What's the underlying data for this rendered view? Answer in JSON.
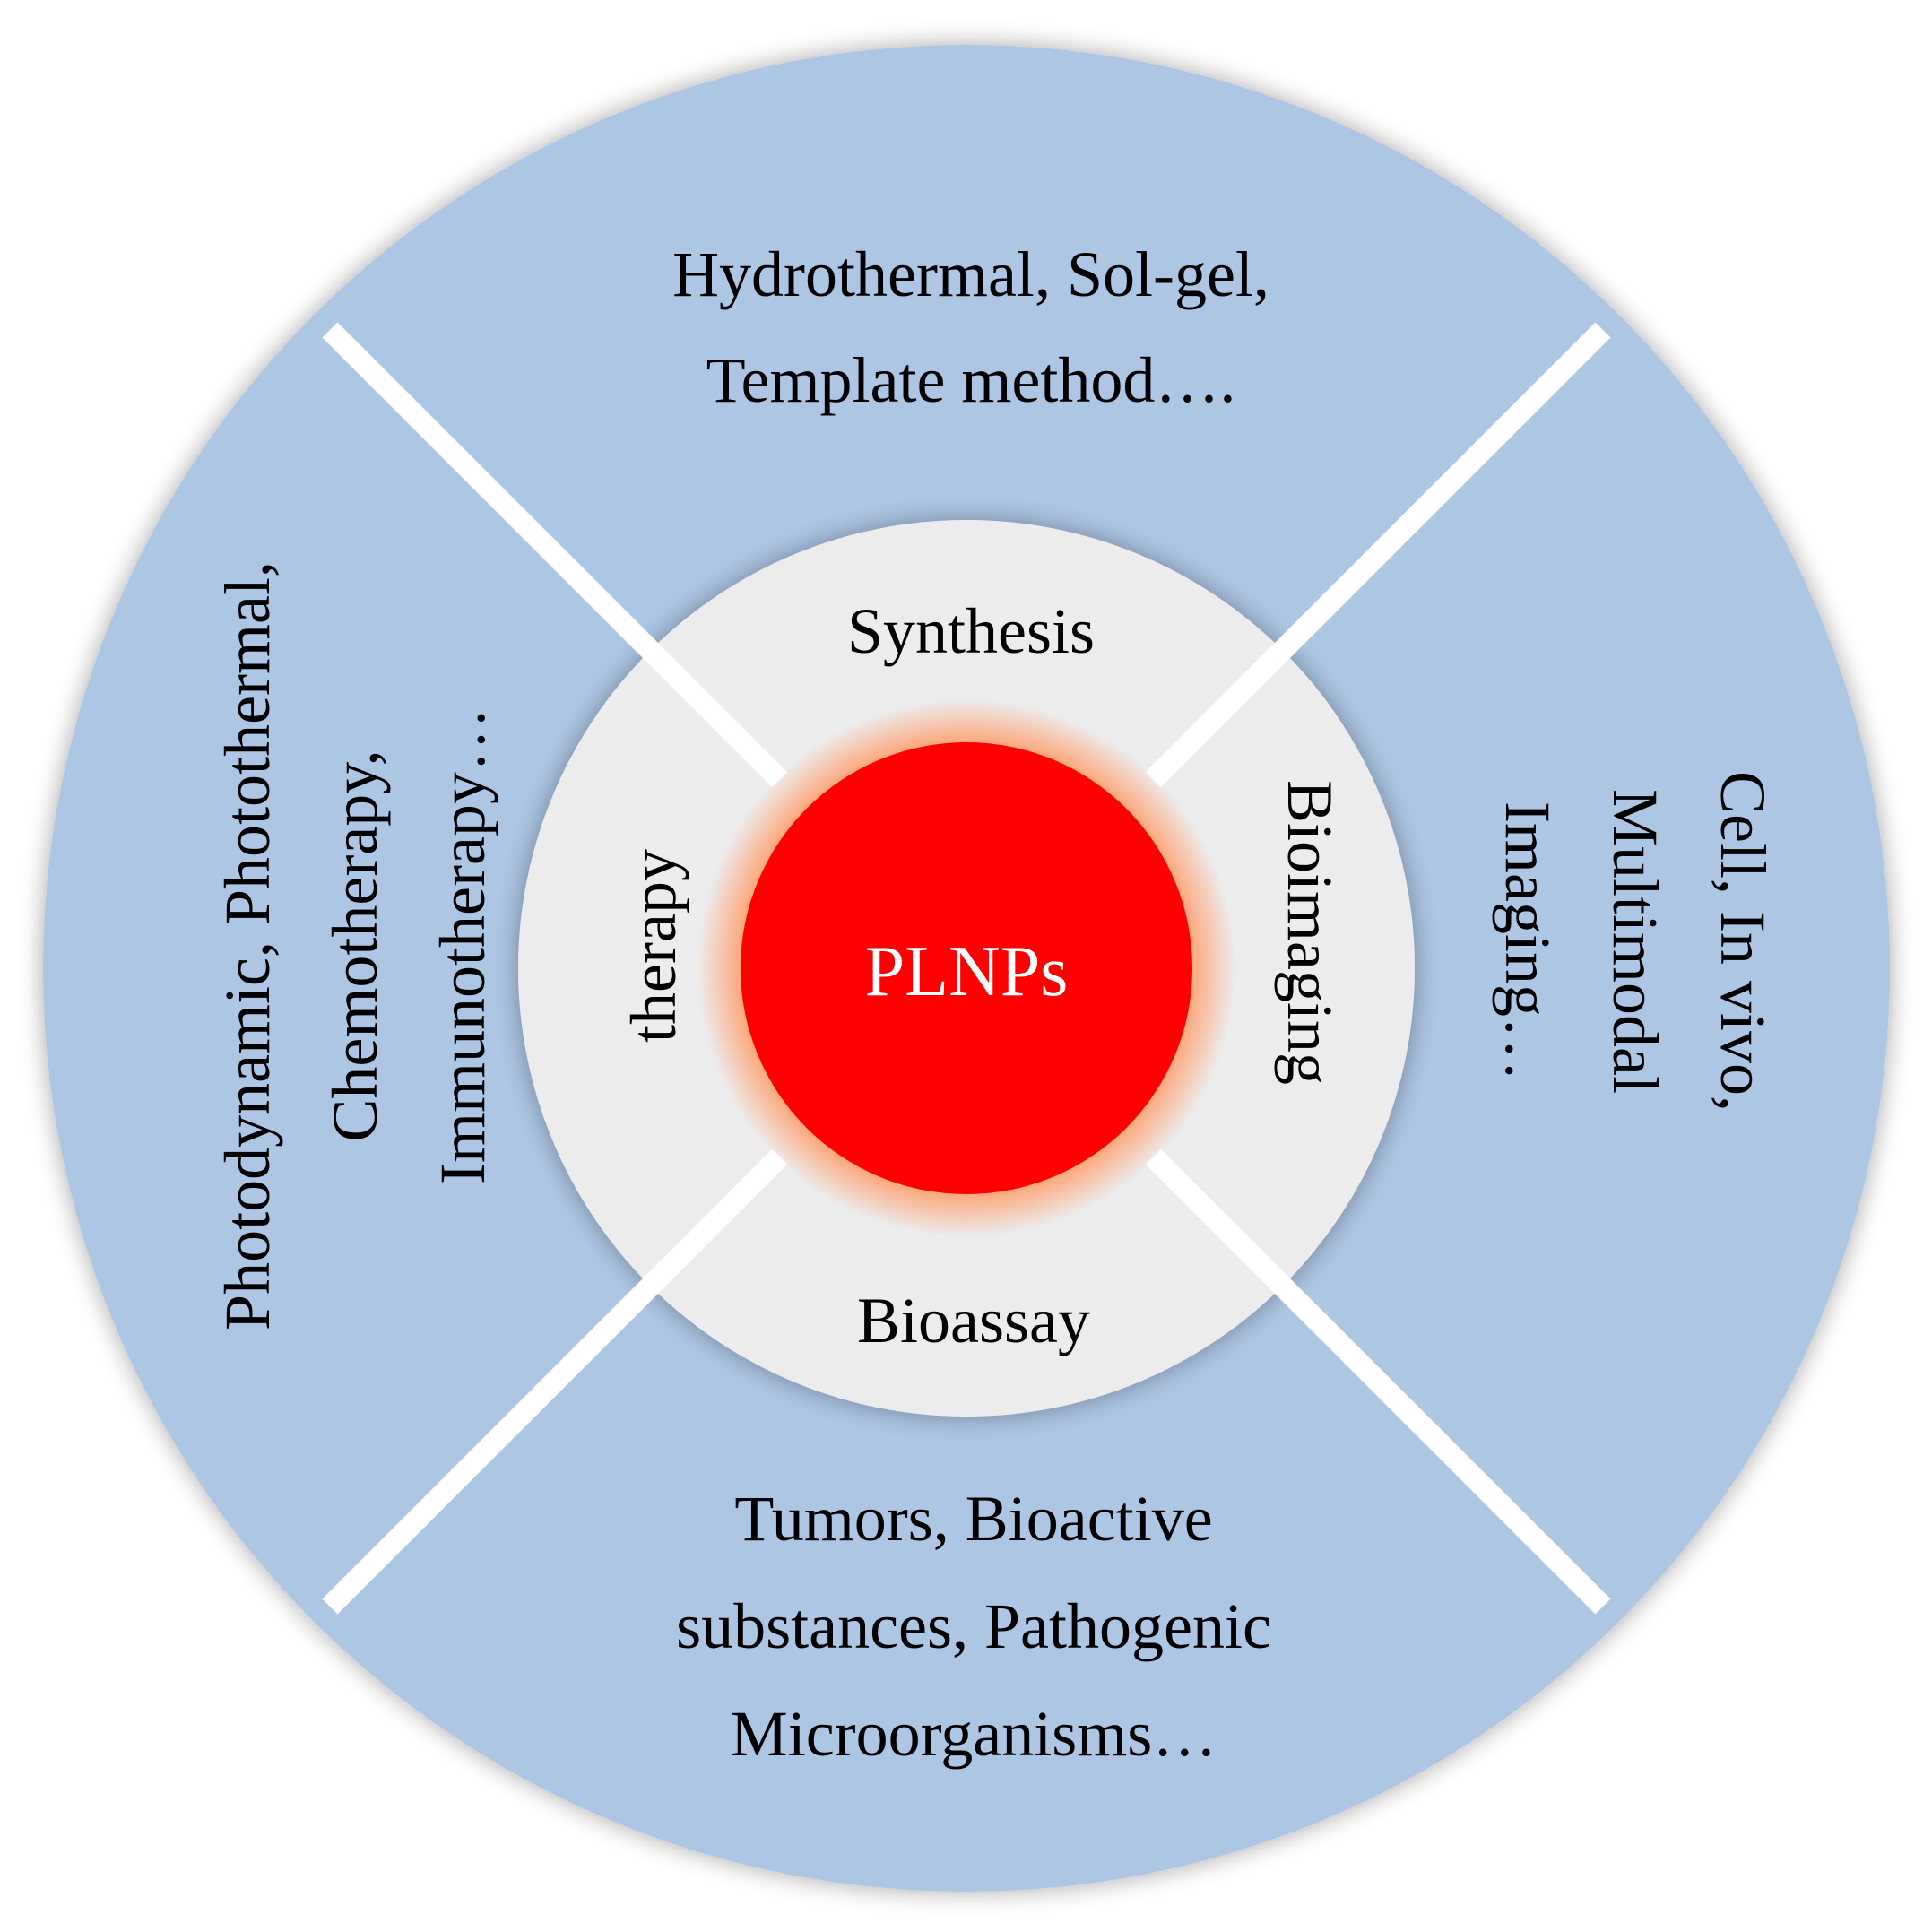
{
  "center": {
    "label": "PLNPs"
  },
  "inner_ring": {
    "top": "Synthesis",
    "right": "Bioimaging",
    "bottom": "Bioassay",
    "left": "therapy"
  },
  "outer_ring": {
    "top": [
      "Hydrothermal, Sol-gel,",
      "Template method…."
    ],
    "right": [
      "Cell, In vivo,",
      "Multimodal",
      "Imaging…"
    ],
    "bottom": [
      "Tumors, Bioactive",
      "substances, Pathogenic",
      "Microorganisms…"
    ],
    "left": [
      "Photodynamic, Photothermal,",
      "Chemotherapy,",
      "Immunotherapy…"
    ]
  },
  "colors": {
    "outer_ring": "#adc6e4",
    "inner_ring": "#ececec",
    "center_core": "#ff0000",
    "center_glow": "#ffa070",
    "divider": "#ffffff"
  }
}
